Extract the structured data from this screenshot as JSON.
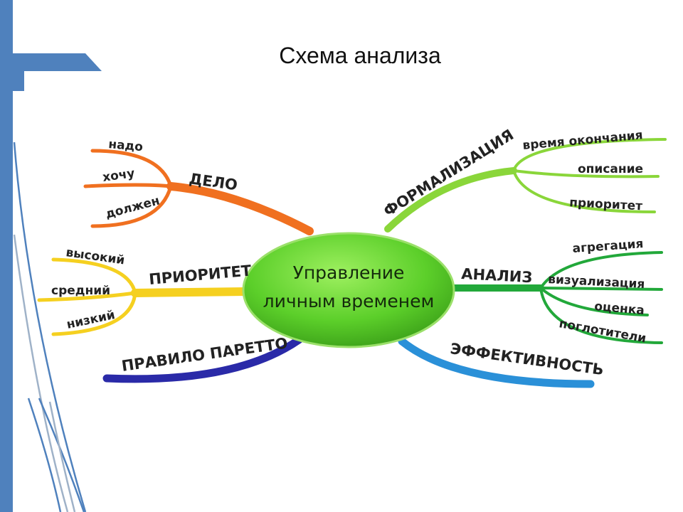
{
  "slide": {
    "title": "Схема анализа"
  },
  "mindmap": {
    "center": {
      "line1": "Управление",
      "line2": "личным временем",
      "color": "#5ccf2a"
    },
    "branches": {
      "delo": {
        "label": "ДЕЛО",
        "color": "#f07020",
        "leaves": [
          "надо",
          "хочу",
          "должен"
        ]
      },
      "priority": {
        "label": "ПРИОРИТЕТ",
        "color": "#f5d020",
        "leaves": [
          "высокий",
          "средний",
          "низкий"
        ]
      },
      "pareto": {
        "label": "ПРАВИЛО ПАРЕТТО",
        "color": "#2a2aa8"
      },
      "formalization": {
        "label": "ФОРМАЛИЗАЦИЯ",
        "color": "#8ad63a",
        "leaves": [
          "время окончания",
          "описание",
          "приоритет"
        ]
      },
      "analysis": {
        "label": "АНАЛИЗ",
        "color": "#22a83a",
        "leaves": [
          "агрегация",
          "визуализация",
          "оценка",
          "поглотители"
        ]
      },
      "efficiency": {
        "label": "ЭФФЕКТИВНОСТЬ",
        "color": "#2a90d8"
      }
    }
  },
  "theme": {
    "accent": "#4f81bd"
  }
}
